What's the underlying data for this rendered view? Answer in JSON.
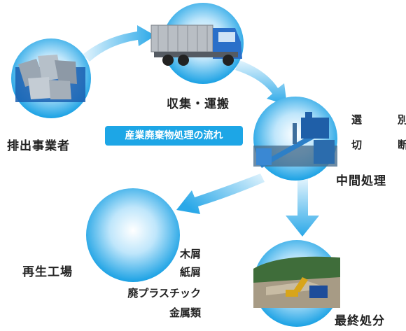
{
  "title": "産業廃棄物処理の流れ",
  "nodes": {
    "discharger": {
      "label": "排出事業者",
      "icon": "waste-bags-photo"
    },
    "collection": {
      "label": "収集・運搬",
      "icon": "truck-photo"
    },
    "intermediate": {
      "label": "中間処理",
      "icon": "processing-plant-photo",
      "processes": [
        "選　別",
        "切　断"
      ]
    },
    "recycling": {
      "label": "再生工場",
      "materials": [
        "木屑",
        "紙屑",
        "廃プラスチック",
        "金属類"
      ]
    },
    "final": {
      "label": "最終処分",
      "icon": "landfill-photo"
    }
  },
  "colors": {
    "accent": "#1da6e6",
    "circle_dark": "#1aa1e4",
    "circle_light": "#e6f5fd"
  }
}
